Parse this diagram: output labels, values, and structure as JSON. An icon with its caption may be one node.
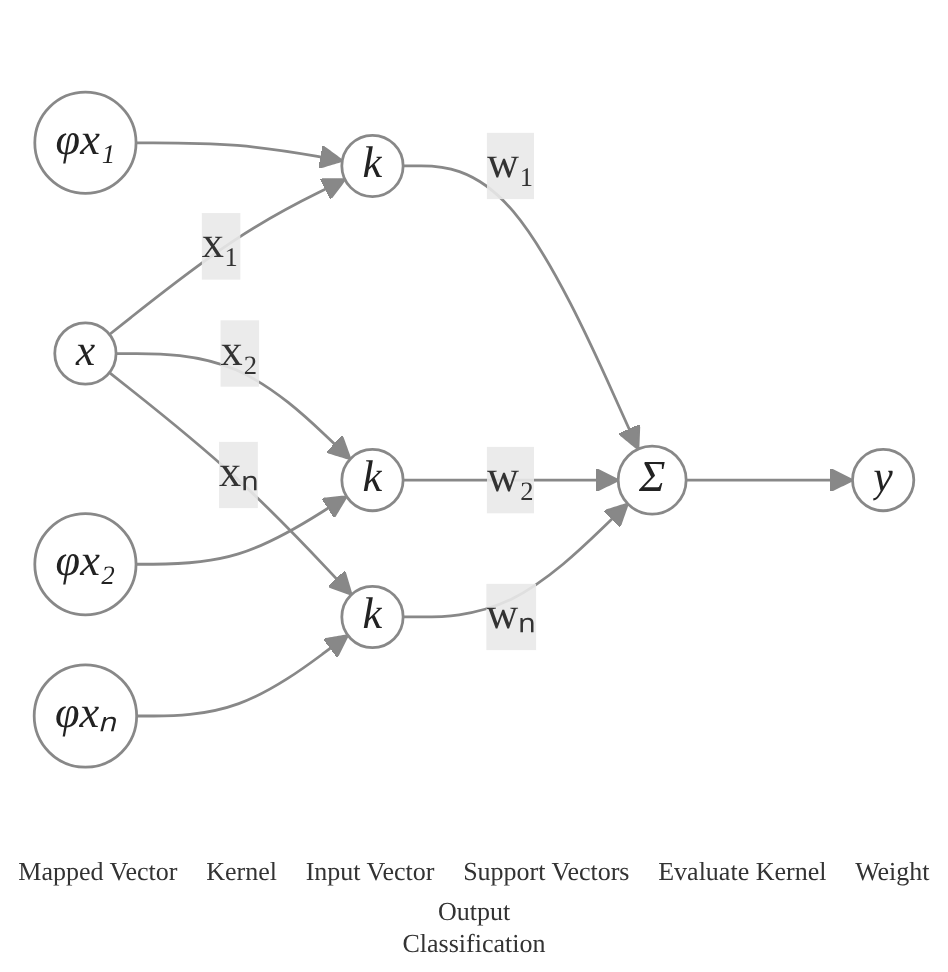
{
  "diagram": {
    "nodes": [
      {
        "text": [
          "x"
        ]
      },
      {
        "text": [
          "φx₁"
        ]
      },
      {
        "text": [
          "k"
        ]
      },
      {
        "text": [
          "φx₂"
        ]
      },
      {
        "text": [
          "k"
        ]
      },
      {
        "text": [
          "φxₙ"
        ]
      },
      {
        "text": [
          "k"
        ]
      },
      {
        "text": [
          "Σ"
        ]
      },
      {
        "text": [
          "y"
        ]
      }
    ],
    "edges": [
      {
        "from": 0,
        "to": 2,
        "arrow": "to",
        "label": "x₁"
      },
      {
        "from": 1,
        "to": 2,
        "arrow": "to"
      },
      {
        "from": 0,
        "to": 4,
        "arrow": "to",
        "label": "x₂"
      },
      {
        "from": 3,
        "to": 4,
        "arrow": "to"
      },
      {
        "from": 0,
        "to": 6,
        "arrow": "to",
        "label": "xₙ"
      },
      {
        "from": 5,
        "to": 6,
        "arrow": "to"
      },
      {
        "from": 2,
        "to": 7,
        "arrow": "to",
        "label": "w₁"
      },
      {
        "from": 4,
        "to": 7,
        "arrow": "to",
        "label": "w₂"
      },
      {
        "from": 6,
        "to": 7,
        "arrow": "to",
        "label": "wₙ"
      },
      {
        "from": 7,
        "to": 8,
        "arrow": "to"
      }
    ],
    "labels": [
      "Mapped Vector",
      "Kernel",
      "Input Vector",
      "Support Vectors",
      "Evaluate Kernel",
      "Weight",
      "Output Classification"
    ]
  }
}
